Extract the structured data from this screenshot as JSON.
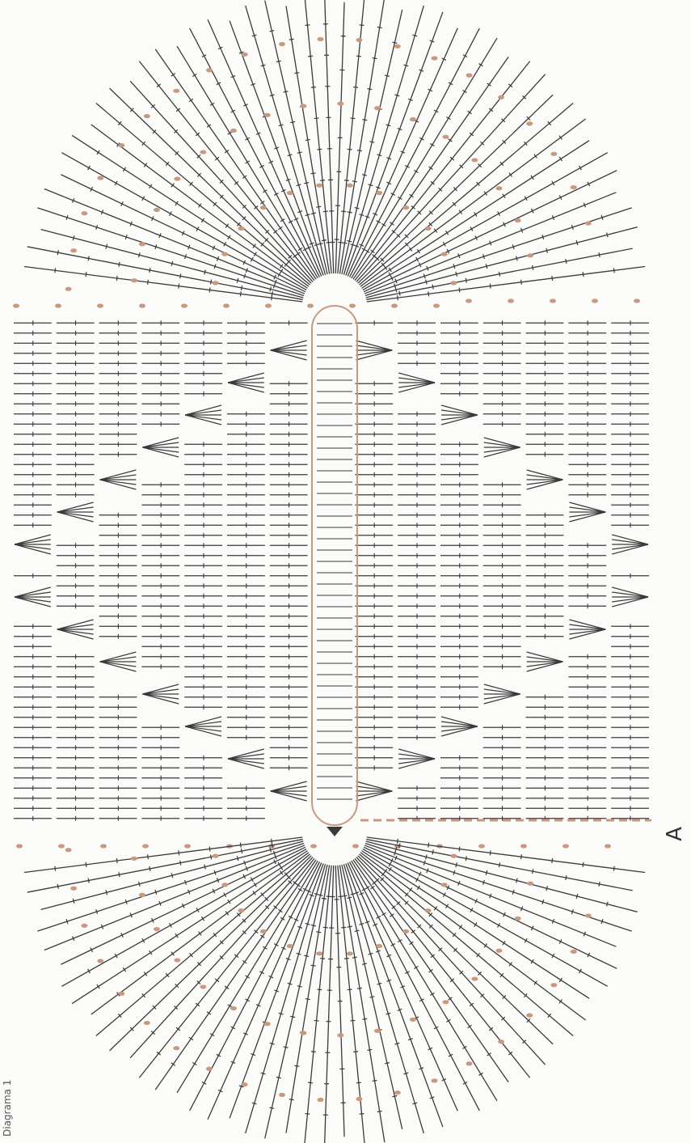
{
  "diagram": {
    "kind": "oval crochet chart",
    "start_marker": "A",
    "caption": "Diagrama 1",
    "colors": {
      "background": "#fbfbf9",
      "stitch": "#3a3a3a",
      "chain": "#c79a80",
      "foundation": "#c79a80"
    },
    "icons": [
      "double-crochet-stitch",
      "chain-stitch",
      "v-stitch-cluster",
      "start-arrow"
    ]
  }
}
